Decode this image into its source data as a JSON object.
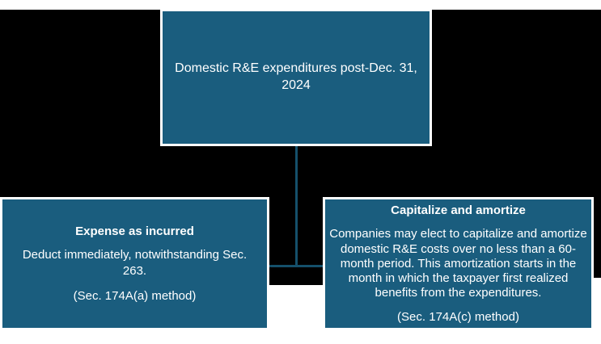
{
  "colors": {
    "page_background": "#ffffff",
    "canvas_background": "#000000",
    "box_fill": "#1a5d7e",
    "box_border": "#ffffff",
    "connector_line": "#15506b",
    "text": "#ffffff"
  },
  "diagram": {
    "type": "flowchart",
    "root_node": {
      "title": "Domestic R&E expenditures post-Dec. 31, 2024"
    },
    "branches": [
      {
        "heading": "Expense as incurred",
        "body": "Deduct immediately, notwithstanding Sec. 263.",
        "method": "(Sec. 174A(a) method)"
      },
      {
        "heading": "Capitalize and amortize",
        "body": "Companies may elect to capitalize and amortize domestic R&E costs over no less than a 60-month period. This amortization starts in the month in which the taxpayer first realized benefits from the expenditures.",
        "method": "(Sec. 174A(c) method)"
      }
    ]
  }
}
